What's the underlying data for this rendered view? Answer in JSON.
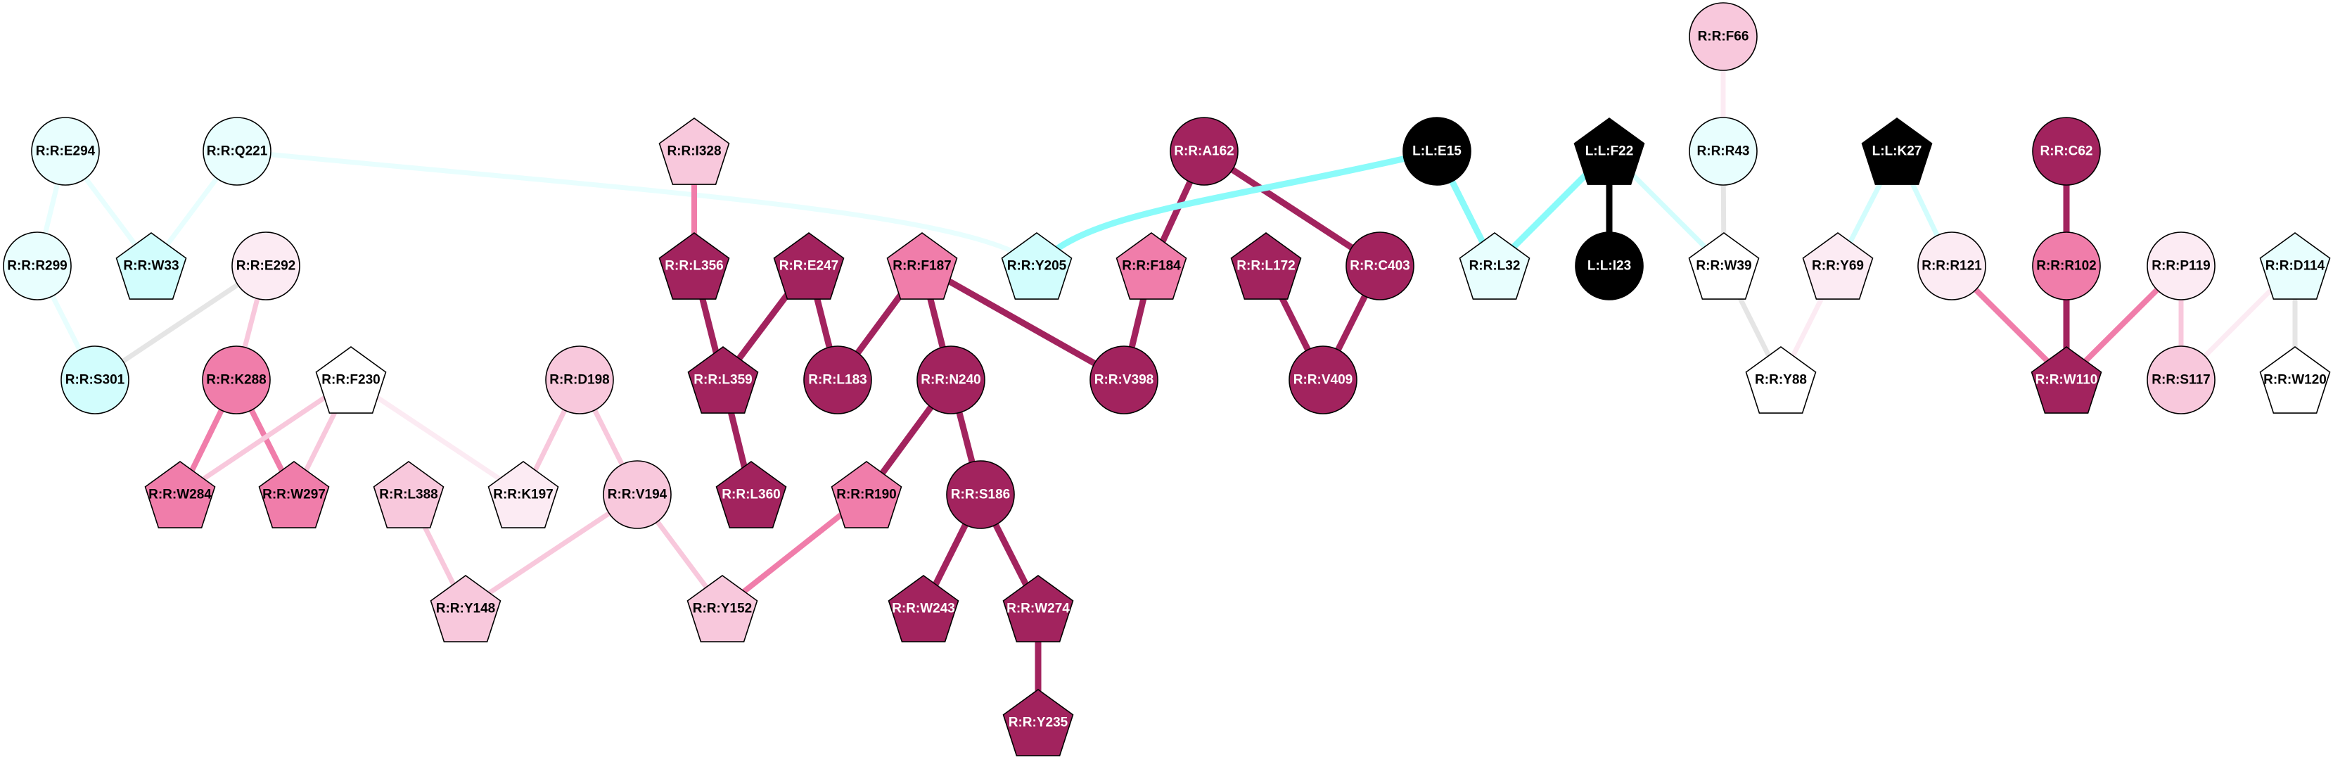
{
  "diagram": {
    "type": "residue-interaction-network",
    "palette": {
      "dark": "#A2235E",
      "medium": "#F07DAA",
      "light": "#F8C8DC",
      "pale": "#FCEBF3",
      "white": "#FFFFFF",
      "cyan-pale": "#E8FEFE",
      "cyan": "#D2FDFD",
      "cyan-bright": "#8AFBFA",
      "grey": "#E5E5E5",
      "ligand": "#000000"
    },
    "nodes": [
      {
        "id": "R:R:E294",
        "label": "R:R:E294",
        "shape": "circle",
        "color": "cyan-pale"
      },
      {
        "id": "R:R:Q221",
        "label": "R:R:Q221",
        "shape": "circle",
        "color": "cyan-pale"
      },
      {
        "id": "R:R:R299",
        "label": "R:R:R299",
        "shape": "circle",
        "color": "cyan-pale"
      },
      {
        "id": "R:R:W33",
        "label": "R:R:W33",
        "shape": "pentagon",
        "color": "cyan"
      },
      {
        "id": "R:R:E292",
        "label": "R:R:E292",
        "shape": "circle",
        "color": "pale"
      },
      {
        "id": "R:R:S301",
        "label": "R:R:S301",
        "shape": "circle",
        "color": "cyan"
      },
      {
        "id": "R:R:K288",
        "label": "R:R:K288",
        "shape": "circle",
        "color": "medium"
      },
      {
        "id": "R:R:F230",
        "label": "R:R:F230",
        "shape": "pentagon",
        "color": "white"
      },
      {
        "id": "R:R:W284",
        "label": "R:R:W284",
        "shape": "pentagon",
        "color": "medium"
      },
      {
        "id": "R:R:W297",
        "label": "R:R:W297",
        "shape": "pentagon",
        "color": "medium"
      },
      {
        "id": "R:R:L388",
        "label": "R:R:L388",
        "shape": "pentagon",
        "color": "light"
      },
      {
        "id": "R:R:K197",
        "label": "R:R:K197",
        "shape": "pentagon",
        "color": "pale"
      },
      {
        "id": "R:R:D198",
        "label": "R:R:D198",
        "shape": "circle",
        "color": "light"
      },
      {
        "id": "R:R:V194",
        "label": "R:R:V194",
        "shape": "circle",
        "color": "light"
      },
      {
        "id": "R:R:Y148",
        "label": "R:R:Y148",
        "shape": "pentagon",
        "color": "light"
      },
      {
        "id": "R:R:Y152",
        "label": "R:R:Y152",
        "shape": "pentagon",
        "color": "light"
      },
      {
        "id": "R:R:I328",
        "label": "R:R:I328",
        "shape": "pentagon",
        "color": "light"
      },
      {
        "id": "R:R:L356",
        "label": "R:R:L356",
        "shape": "pentagon",
        "color": "dark"
      },
      {
        "id": "R:R:E247",
        "label": "R:R:E247",
        "shape": "pentagon",
        "color": "dark"
      },
      {
        "id": "R:R:F187",
        "label": "R:R:F187",
        "shape": "pentagon",
        "color": "medium"
      },
      {
        "id": "R:R:Y205",
        "label": "R:R:Y205",
        "shape": "pentagon",
        "color": "cyan"
      },
      {
        "id": "R:R:L359",
        "label": "R:R:L359",
        "shape": "pentagon",
        "color": "dark"
      },
      {
        "id": "R:R:L183",
        "label": "R:R:L183",
        "shape": "circle",
        "color": "dark"
      },
      {
        "id": "R:R:N240",
        "label": "R:R:N240",
        "shape": "circle",
        "color": "dark"
      },
      {
        "id": "R:R:L360",
        "label": "R:R:L360",
        "shape": "pentagon",
        "color": "dark"
      },
      {
        "id": "R:R:R190",
        "label": "R:R:R190",
        "shape": "pentagon",
        "color": "medium"
      },
      {
        "id": "R:R:S186",
        "label": "R:R:S186",
        "shape": "circle",
        "color": "dark"
      },
      {
        "id": "R:R:W243",
        "label": "R:R:W243",
        "shape": "pentagon",
        "color": "dark"
      },
      {
        "id": "R:R:W274",
        "label": "R:R:W274",
        "shape": "pentagon",
        "color": "dark"
      },
      {
        "id": "R:R:Y235",
        "label": "R:R:Y235",
        "shape": "pentagon",
        "color": "dark"
      },
      {
        "id": "R:R:A162",
        "label": "R:R:A162",
        "shape": "circle",
        "color": "dark"
      },
      {
        "id": "R:R:F184",
        "label": "R:R:F184",
        "shape": "pentagon",
        "color": "medium"
      },
      {
        "id": "R:R:L172",
        "label": "R:R:L172",
        "shape": "pentagon",
        "color": "dark"
      },
      {
        "id": "R:R:C403",
        "label": "R:R:C403",
        "shape": "circle",
        "color": "dark"
      },
      {
        "id": "R:R:V398",
        "label": "R:R:V398",
        "shape": "circle",
        "color": "dark"
      },
      {
        "id": "R:R:V409",
        "label": "R:R:V409",
        "shape": "circle",
        "color": "dark"
      },
      {
        "id": "L:L:E15",
        "label": "L:L:E15",
        "shape": "circle",
        "color": "ligand"
      },
      {
        "id": "R:R:L32",
        "label": "R:R:L32",
        "shape": "pentagon",
        "color": "cyan-pale"
      },
      {
        "id": "L:L:F22",
        "label": "L:L:F22",
        "shape": "pentagon",
        "color": "ligand"
      },
      {
        "id": "L:L:I23",
        "label": "L:L:I23",
        "shape": "circle",
        "color": "ligand"
      },
      {
        "id": "R:R:F66",
        "label": "R:R:F66",
        "shape": "circle",
        "color": "light"
      },
      {
        "id": "R:R:R43",
        "label": "R:R:R43",
        "shape": "circle",
        "color": "cyan-pale"
      },
      {
        "id": "R:R:W39",
        "label": "R:R:W39",
        "shape": "pentagon",
        "color": "white"
      },
      {
        "id": "R:R:Y69",
        "label": "R:R:Y69",
        "shape": "pentagon",
        "color": "pale"
      },
      {
        "id": "R:R:Y88",
        "label": "R:R:Y88",
        "shape": "pentagon",
        "color": "white"
      },
      {
        "id": "L:L:K27",
        "label": "L:L:K27",
        "shape": "pentagon",
        "color": "ligand"
      },
      {
        "id": "R:R:R121",
        "label": "R:R:R121",
        "shape": "circle",
        "color": "pale"
      },
      {
        "id": "R:R:C62",
        "label": "R:R:C62",
        "shape": "circle",
        "color": "dark"
      },
      {
        "id": "R:R:R102",
        "label": "R:R:R102",
        "shape": "circle",
        "color": "medium"
      },
      {
        "id": "R:R:W110",
        "label": "R:R:W110",
        "shape": "pentagon",
        "color": "dark"
      },
      {
        "id": "R:R:P119",
        "label": "R:R:P119",
        "shape": "circle",
        "color": "pale"
      },
      {
        "id": "R:R:S117",
        "label": "R:R:S117",
        "shape": "circle",
        "color": "light"
      },
      {
        "id": "R:R:D114",
        "label": "R:R:D114",
        "shape": "pentagon",
        "color": "cyan-pale"
      },
      {
        "id": "R:R:W120",
        "label": "R:R:W120",
        "shape": "pentagon",
        "color": "white"
      }
    ],
    "edges": [
      {
        "source": "R:R:E294",
        "target": "R:R:R299",
        "color": "cyan-pale"
      },
      {
        "source": "R:R:E294",
        "target": "R:R:W33",
        "color": "cyan-pale"
      },
      {
        "source": "R:R:Q221",
        "target": "R:R:W33",
        "color": "cyan-pale"
      },
      {
        "source": "R:R:Q221",
        "target": "R:R:Y205",
        "color": "cyan-pale",
        "curved": true
      },
      {
        "source": "R:R:R299",
        "target": "R:R:S301",
        "color": "cyan-pale"
      },
      {
        "source": "R:R:E292",
        "target": "R:R:S301",
        "color": "grey"
      },
      {
        "source": "R:R:E292",
        "target": "R:R:K288",
        "color": "light"
      },
      {
        "source": "R:R:K288",
        "target": "R:R:W284",
        "color": "medium"
      },
      {
        "source": "R:R:K288",
        "target": "R:R:W297",
        "color": "medium"
      },
      {
        "source": "R:R:F230",
        "target": "R:R:W284",
        "color": "light"
      },
      {
        "source": "R:R:F230",
        "target": "R:R:W297",
        "color": "light"
      },
      {
        "source": "R:R:F230",
        "target": "R:R:K197",
        "color": "pale"
      },
      {
        "source": "R:R:D198",
        "target": "R:R:K197",
        "color": "light"
      },
      {
        "source": "R:R:D198",
        "target": "R:R:V194",
        "color": "light"
      },
      {
        "source": "R:R:L388",
        "target": "R:R:Y148",
        "color": "light"
      },
      {
        "source": "R:R:V194",
        "target": "R:R:Y148",
        "color": "light"
      },
      {
        "source": "R:R:V194",
        "target": "R:R:Y152",
        "color": "light"
      },
      {
        "source": "R:R:R190",
        "target": "R:R:Y152",
        "color": "medium"
      },
      {
        "source": "R:R:I328",
        "target": "R:R:L356",
        "color": "medium"
      },
      {
        "source": "R:R:L356",
        "target": "R:R:L359",
        "color": "dark"
      },
      {
        "source": "R:R:E247",
        "target": "R:R:L359",
        "color": "dark"
      },
      {
        "source": "R:R:E247",
        "target": "R:R:L183",
        "color": "dark"
      },
      {
        "source": "R:R:L359",
        "target": "R:R:L360",
        "color": "dark"
      },
      {
        "source": "R:R:F187",
        "target": "R:R:L183",
        "color": "dark"
      },
      {
        "source": "R:R:F187",
        "target": "R:R:N240",
        "color": "dark"
      },
      {
        "source": "R:R:F187",
        "target": "R:R:V398",
        "color": "dark"
      },
      {
        "source": "R:R:N240",
        "target": "R:R:R190",
        "color": "dark"
      },
      {
        "source": "R:R:N240",
        "target": "R:R:S186",
        "color": "dark"
      },
      {
        "source": "R:R:S186",
        "target": "R:R:W243",
        "color": "dark"
      },
      {
        "source": "R:R:S186",
        "target": "R:R:W274",
        "color": "dark"
      },
      {
        "source": "R:R:W274",
        "target": "R:R:Y235",
        "color": "dark"
      },
      {
        "source": "R:R:A162",
        "target": "R:R:F184",
        "color": "dark"
      },
      {
        "source": "R:R:A162",
        "target": "R:R:C403",
        "color": "dark"
      },
      {
        "source": "R:R:F184",
        "target": "R:R:V398",
        "color": "dark"
      },
      {
        "source": "R:R:L172",
        "target": "R:R:V409",
        "color": "dark"
      },
      {
        "source": "R:R:C403",
        "target": "R:R:V409",
        "color": "dark"
      },
      {
        "source": "L:L:E15",
        "target": "R:R:Y205",
        "color": "cyan-bright",
        "curved": true
      },
      {
        "source": "L:L:E15",
        "target": "R:R:L32",
        "color": "cyan-bright"
      },
      {
        "source": "L:L:F22",
        "target": "R:R:L32",
        "color": "cyan-bright"
      },
      {
        "source": "L:L:F22",
        "target": "L:L:I23",
        "color": "ligand"
      },
      {
        "source": "L:L:F22",
        "target": "R:R:W39",
        "color": "cyan"
      },
      {
        "source": "R:R:F66",
        "target": "R:R:R43",
        "color": "pale"
      },
      {
        "source": "R:R:R43",
        "target": "R:R:W39",
        "color": "grey"
      },
      {
        "source": "R:R:W39",
        "target": "R:R:Y88",
        "color": "grey"
      },
      {
        "source": "R:R:Y69",
        "target": "R:R:Y88",
        "color": "pale"
      },
      {
        "source": "L:L:K27",
        "target": "R:R:Y69",
        "color": "cyan"
      },
      {
        "source": "L:L:K27",
        "target": "R:R:R121",
        "color": "cyan"
      },
      {
        "source": "R:R:C62",
        "target": "R:R:R102",
        "color": "dark"
      },
      {
        "source": "R:R:R102",
        "target": "R:R:W110",
        "color": "dark"
      },
      {
        "source": "R:R:R121",
        "target": "R:R:W110",
        "color": "medium"
      },
      {
        "source": "R:R:P119",
        "target": "R:R:W110",
        "color": "medium"
      },
      {
        "source": "R:R:P119",
        "target": "R:R:S117",
        "color": "light"
      },
      {
        "source": "R:R:D114",
        "target": "R:R:S117",
        "color": "pale"
      },
      {
        "source": "R:R:D114",
        "target": "R:R:W120",
        "color": "grey"
      }
    ]
  }
}
